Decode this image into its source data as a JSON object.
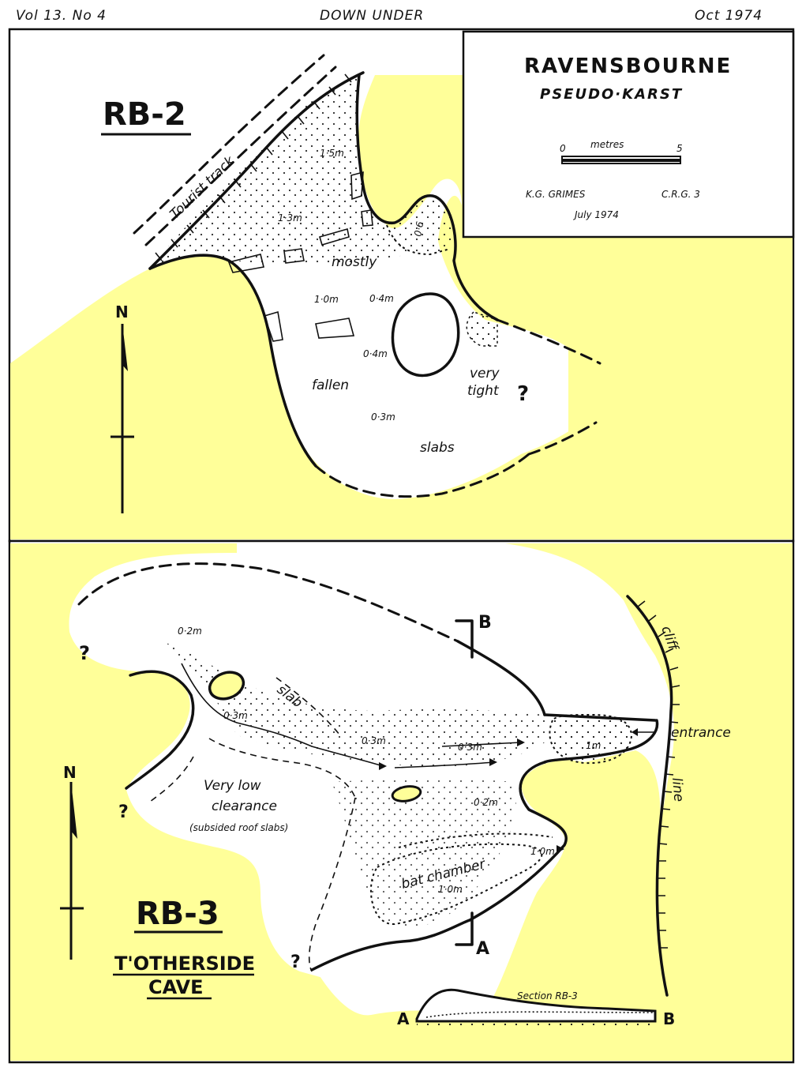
{
  "header": {
    "volume": "Vol 13. No 4",
    "publication": "DOWN UNDER",
    "date": "Oct 1974"
  },
  "title_box": {
    "title": "RAVENSBOURNE",
    "subtitle": "PSEUDO·KARST",
    "scale_label": "metres",
    "scale_min": "0",
    "scale_max": "5",
    "author": "K.G. GRIMES",
    "grade": "C.R.G. 3",
    "survey_date": "July 1974"
  },
  "rb2": {
    "title": "RB-2",
    "north": "N",
    "track_label": "Tourist track",
    "depths": [
      "1·5m",
      "1·3m",
      "0·6",
      "1·0m",
      "0·4m",
      "0·4m",
      "0·3m"
    ],
    "notes": [
      "mostly",
      "fallen",
      "slabs",
      "very",
      "tight",
      "?"
    ]
  },
  "rb3": {
    "title": "RB-3",
    "subtitle_1": "T'OTHERSIDE",
    "subtitle_2": "CAVE",
    "north": "N",
    "depths": [
      "0·2m",
      "0·3m",
      "0·3m",
      "0·3m",
      "1m",
      "0·2m",
      "1·0m",
      "1·0m"
    ],
    "labels": {
      "slab": "slab",
      "entrance": "entrance",
      "cliff": "cliff",
      "line": "line",
      "low1": "Very low",
      "low2": "clearance",
      "low3": "(subsided roof slabs)",
      "bat": "bat chamber",
      "q": "?"
    },
    "section_marks": [
      "B",
      "A"
    ],
    "section": {
      "label": "Section RB-3",
      "left": "A",
      "right": "B"
    }
  },
  "colors": {
    "rock": "#ffff99",
    "ink": "#111111",
    "paper": "#ffffff"
  }
}
